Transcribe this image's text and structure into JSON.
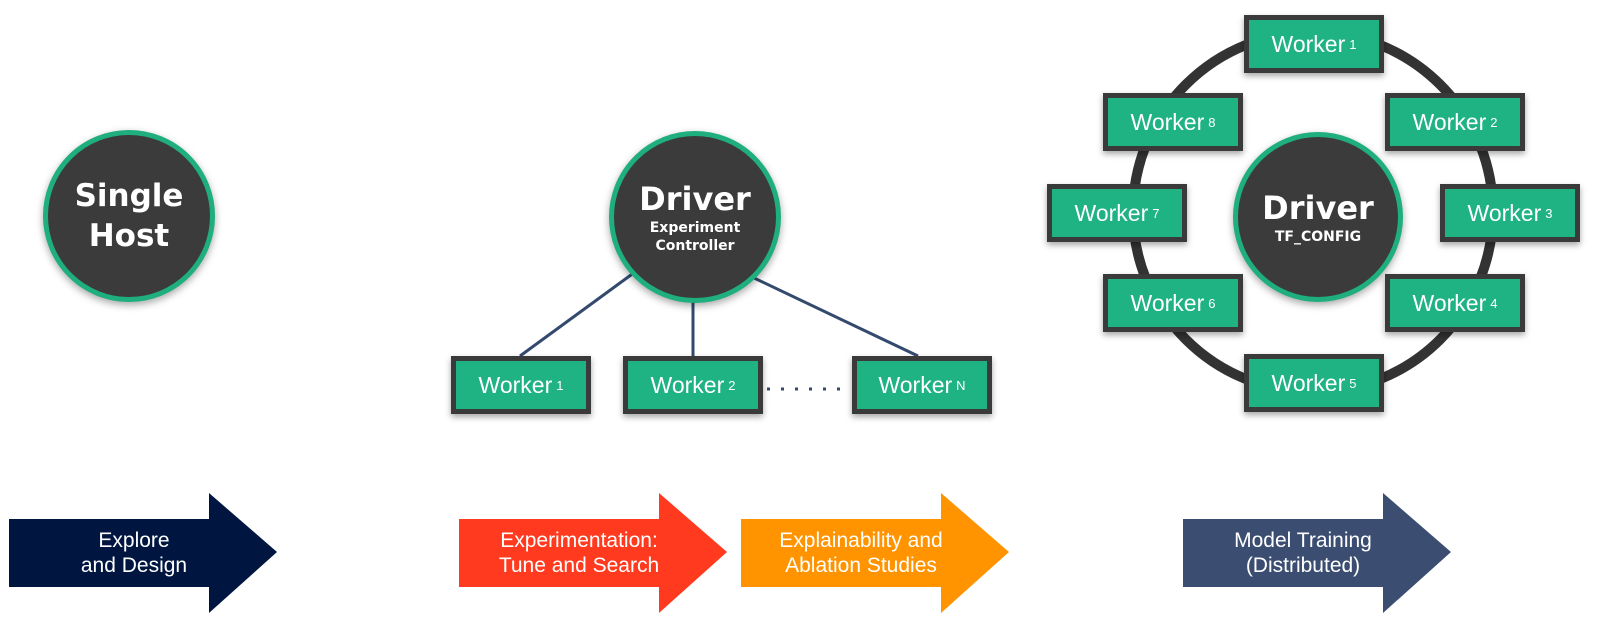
{
  "stages": [
    {
      "id": "single-host",
      "node": {
        "title_lines": [
          "Single",
          "Host"
        ],
        "subtitle_lines": []
      },
      "arrow": {
        "label_lines": [
          "Explore",
          "and Design"
        ],
        "color": "#001640"
      }
    },
    {
      "id": "experiment",
      "node": {
        "title_lines": [
          "Driver"
        ],
        "subtitle_lines": [
          "Experiment",
          "Controller"
        ]
      },
      "workers": [
        {
          "label": "Worker",
          "sub": "1"
        },
        {
          "label": "Worker",
          "sub": "2"
        },
        {
          "label": "Worker",
          "sub": "N"
        }
      ],
      "arrows": [
        {
          "label_lines": [
            "Experimentation:",
            "Tune and Search"
          ],
          "color": "#ff3a1f"
        },
        {
          "label_lines": [
            "Explainability and",
            "Ablation Studies"
          ],
          "color": "#ff9400"
        }
      ]
    },
    {
      "id": "distributed",
      "node": {
        "title_lines": [
          "Driver"
        ],
        "subtitle_lines": [
          "TF_CONFIG"
        ]
      },
      "workers": [
        {
          "label": "Worker",
          "sub": "1"
        },
        {
          "label": "Worker",
          "sub": "2"
        },
        {
          "label": "Worker",
          "sub": "3"
        },
        {
          "label": "Worker",
          "sub": "4"
        },
        {
          "label": "Worker",
          "sub": "5"
        },
        {
          "label": "Worker",
          "sub": "6"
        },
        {
          "label": "Worker",
          "sub": "7"
        },
        {
          "label": "Worker",
          "sub": "8"
        }
      ],
      "arrow": {
        "label_lines": [
          "Model Training",
          "(Distributed)"
        ],
        "color": "#3b4d70"
      }
    }
  ],
  "colors": {
    "node_fill": "#3b3b3b",
    "node_ring": "#1fae7e",
    "worker_fill": "#1fb283",
    "worker_border": "#3a3a3a",
    "connector": "#34496e",
    "ring": "#333333"
  }
}
